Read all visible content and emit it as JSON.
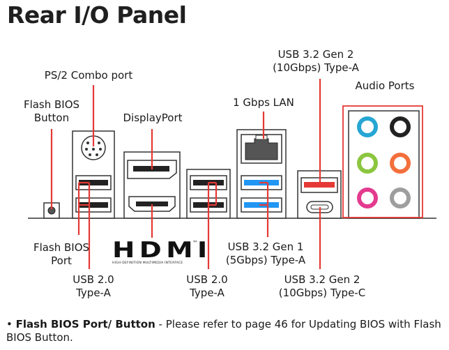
{
  "title": "Rear I/O Panel",
  "labels": {
    "ps2": "PS/2 Combo port",
    "flash_btn_l1": "Flash BIOS",
    "flash_btn_l2": "Button",
    "displayport": "DisplayPort",
    "lan": "1 Gbps LAN",
    "usb32g2a_l1": "USB 3.2 Gen 2",
    "usb32g2a_l2": "(10Gbps) Type-A",
    "audio": "Audio Ports",
    "flash_port_l1": "Flash BIOS",
    "flash_port_l2": "Port",
    "usb20a_l1": "USB 2.0",
    "usb20a_l2": "Type-A",
    "usb20b_l1": "USB 2.0",
    "usb20b_l2": "Type-A",
    "usb32g1_l1": "USB 3.2 Gen 1",
    "usb32g1_l2": "(5Gbps) Type-A",
    "usb32g2c_l1": "USB 3.2 Gen 2",
    "usb32g2c_l2": "(10Gbps) Type-C"
  },
  "hdmi_logo": {
    "text": "HDMI",
    "tagline": "HIGH-DEFINITION MULTIMEDIA INTERFACE",
    "tm": "™"
  },
  "note": {
    "bullet": "•",
    "term": "Flash BIOS Port/ Button",
    "text": " - Please refer to page 46 for Updating BIOS with Flash BIOS Button."
  },
  "colors": {
    "callout_red": "#e53935",
    "usb3_blue": "#2196f3",
    "usb32g2_red": "#e53935",
    "audio_blue": "#26a6d4",
    "audio_black": "#222222",
    "audio_green": "#8cc63f",
    "audio_orange": "#f36f3c",
    "audio_pink": "#e33b8f",
    "audio_gray": "#9e9e9e"
  }
}
